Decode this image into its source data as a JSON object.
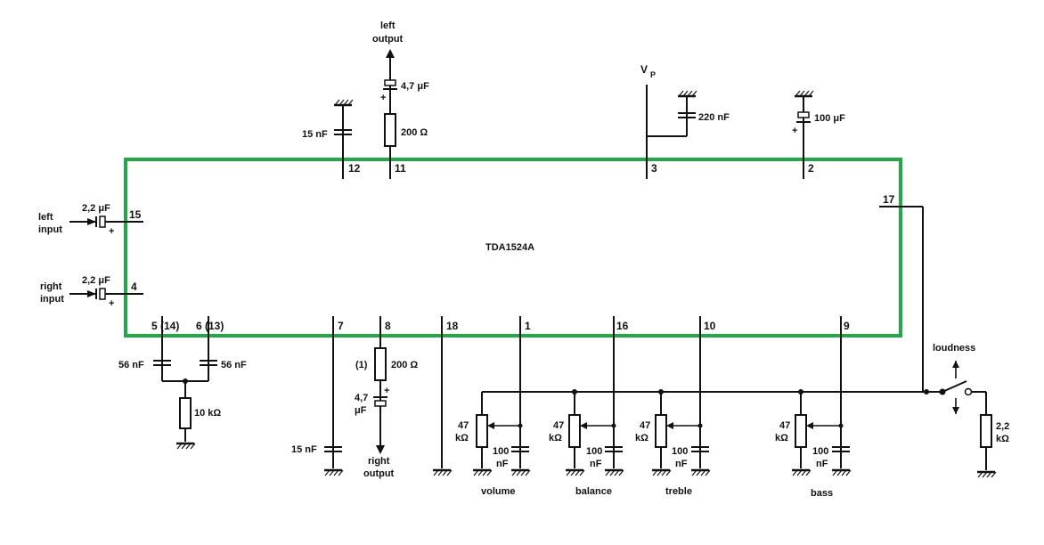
{
  "chip": {
    "name": "TDA1524A",
    "border_color": "#22a846"
  },
  "supply": {
    "label": "V",
    "subscript": "P"
  },
  "pins": {
    "p12": "12",
    "p11": "11",
    "p3": "3",
    "p2": "2",
    "p17": "17",
    "p15": "15",
    "p4": "4",
    "p5": "5 (14)",
    "p6": "6 (13)",
    "p7": "7",
    "p8": "8",
    "p18": "18",
    "p1": "1",
    "p16": "16",
    "p10": "10",
    "p9": "9"
  },
  "components": {
    "c_left_in": "2,2 μF",
    "c_right_in": "2,2 μF",
    "c_pin12": "15 nF",
    "c_left_out": "4,7 μF",
    "r_left_out": "200 Ω",
    "c_pin3": "220 nF",
    "c_pin2": "100 μF",
    "c_pin5": "56 nF",
    "c_pin6": "56 nF",
    "r_pin56": "10 kΩ",
    "c_pin7": "15 nF",
    "r_pin8_note": "(1)",
    "r_pin8": "200 Ω",
    "c_pin8_a": "4,7",
    "c_pin8_b": "μF",
    "pot_volume_a": "47",
    "pot_volume_b": "kΩ",
    "pot_balance_a": "47",
    "pot_balance_b": "kΩ",
    "pot_treble_a": "47",
    "pot_treble_b": "kΩ",
    "pot_bass_a": "47",
    "pot_bass_b": "kΩ",
    "c_volume_a": "100",
    "c_volume_b": "nF",
    "c_balance_a": "100",
    "c_balance_b": "nF",
    "c_treble_a": "100",
    "c_treble_b": "nF",
    "c_bass_a": "100",
    "c_bass_b": "nF",
    "r_loud_a": "2,2",
    "r_loud_b": "kΩ",
    "plus": "+"
  },
  "signals": {
    "left_output_1": "left",
    "left_output_2": "output",
    "right_output_1": "right",
    "right_output_2": "output",
    "left_input_1": "left",
    "left_input_2": "input",
    "right_input_1": "right",
    "right_input_2": "input",
    "loudness": "loudness"
  },
  "controls": {
    "volume": "volume",
    "balance": "balance",
    "treble": "treble",
    "bass": "bass"
  }
}
